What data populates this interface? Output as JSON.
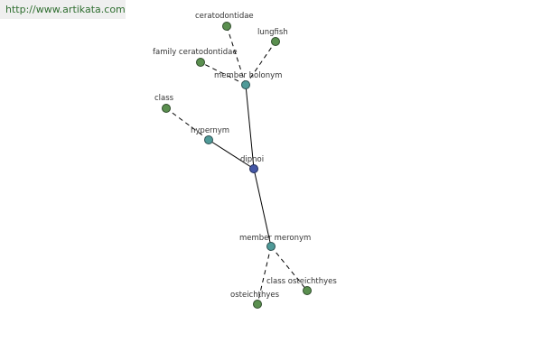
{
  "watermark": "http://www.artikata.com",
  "nodes": {
    "root": "dipnoi",
    "member_holonym": "member holonym",
    "ceratodontidae": "ceratodontidae",
    "lungfish": "lungfish",
    "family_ceratodontidae": "family ceratodontidae",
    "hypernym": "hypernym",
    "class": "class",
    "member_meronym": "member meronym",
    "osteichthyes": "osteichthyes",
    "class_osteichthyes": "class osteichthyes"
  }
}
